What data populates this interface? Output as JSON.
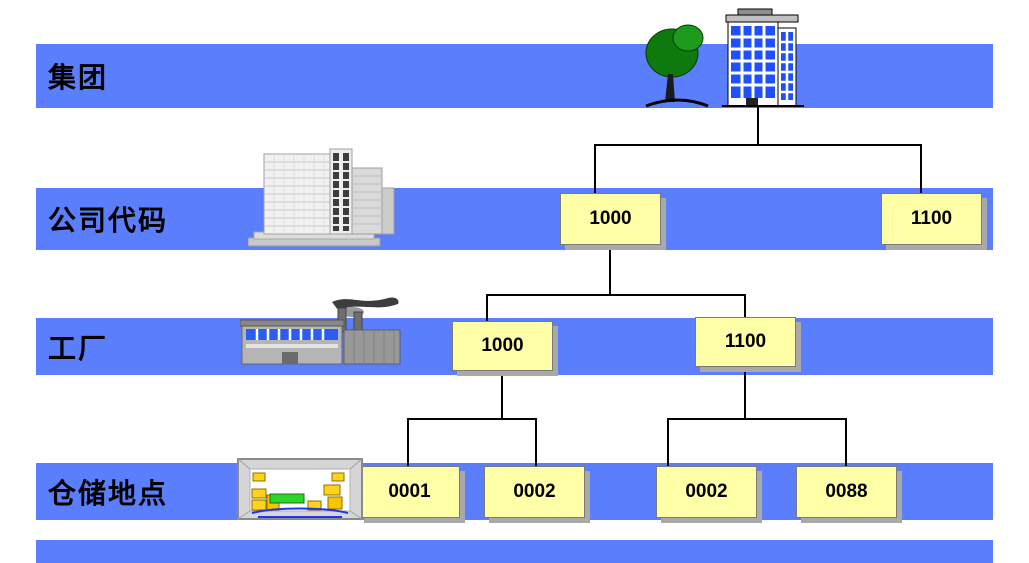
{
  "colors": {
    "band-blue": "#5b7efc",
    "node-yellow": "#ffffa8",
    "node-shadow": "#a9a9a9",
    "line-black": "#000000"
  },
  "bands": [
    {
      "label": "集团"
    },
    {
      "label": "公司代码"
    },
    {
      "label": "工厂"
    },
    {
      "label": "仓储地点"
    },
    {
      "label": ""
    }
  ],
  "nodes": {
    "company_1000": {
      "label": "1000"
    },
    "company_1100": {
      "label": "1100"
    },
    "plant_1000": {
      "label": "1000"
    },
    "plant_1100": {
      "label": "1100"
    },
    "storage_0001": {
      "label": "0001"
    },
    "storage_0002_a": {
      "label": "0002"
    },
    "storage_0002_b": {
      "label": "0002"
    },
    "storage_0088": {
      "label": "0088"
    }
  },
  "hierarchy": {
    "group": {
      "children": [
        "company_1000",
        "company_1100"
      ]
    },
    "company_1000": {
      "children": [
        "plant_1000",
        "plant_1100"
      ]
    },
    "plant_1000": {
      "children": [
        "storage_0001",
        "storage_0002_a"
      ]
    },
    "plant_1100": {
      "children": [
        "storage_0002_b",
        "storage_0088"
      ]
    }
  },
  "icons": {
    "group": "headquarters-building-with-tree",
    "company_code": "office-building",
    "plant": "factory",
    "storage_location": "warehouse"
  }
}
